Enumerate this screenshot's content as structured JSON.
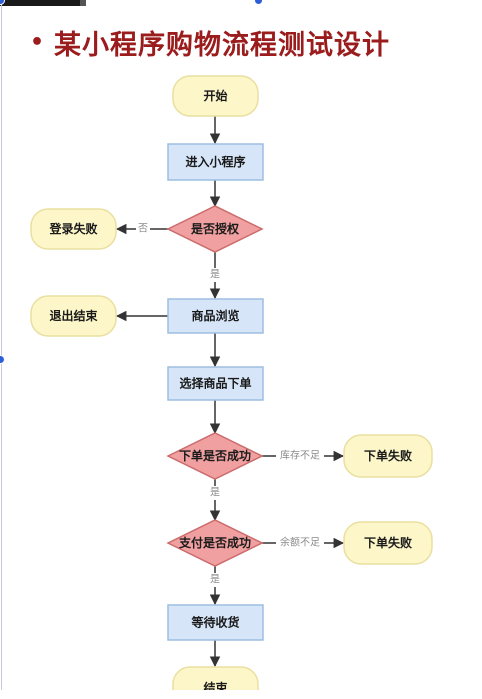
{
  "slide": {
    "bullet": "•",
    "title": "某小程序购物流程测试设计"
  },
  "colors": {
    "title": "#9b1c1c",
    "terminal_fill": "#fdf6c8",
    "terminal_stroke": "#e9dfa0",
    "process_fill": "#d6e6f8",
    "process_stroke": "#9dbde0",
    "decision_fill": "#f0a0a0",
    "decision_stroke": "#cc6b6b",
    "edge": "#333333",
    "edge_label": "#8a8a8a"
  },
  "flowchart": {
    "nodes": {
      "start": "开始",
      "enter": "进入小程序",
      "authorized": "是否授权",
      "login_fail": "登录失败",
      "browse": "商品浏览",
      "exit": "退出结束",
      "select": "选择商品下单",
      "order_ok": "下单是否成功",
      "order_fail_1": "下单失败",
      "pay_ok": "支付是否成功",
      "order_fail_2": "下单失败",
      "wait": "等待收货",
      "end": "结束"
    },
    "edge_labels": {
      "no": "否",
      "yes_1": "是",
      "yes_2": "是",
      "yes_3": "是",
      "stock_short": "库存不足",
      "balance_short": "余额不足"
    }
  }
}
